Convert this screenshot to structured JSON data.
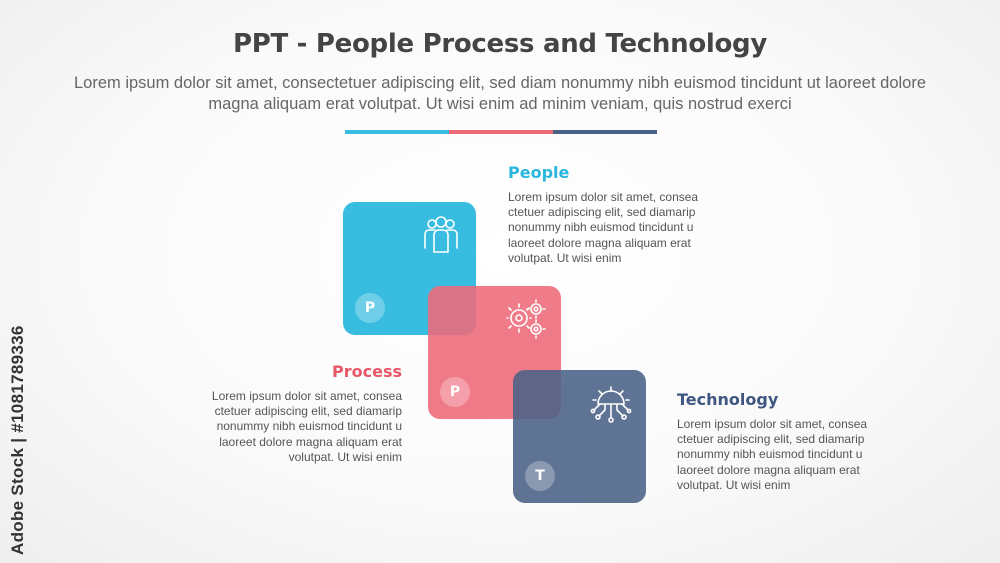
{
  "header": {
    "title": "PPT - People Process and Technology",
    "subtitle": "Lorem ipsum dolor sit amet, consectetuer adipiscing elit, sed diam nonummy nibh euismod tincidunt ut laoreet dolore magna aliquam erat volutpat. Ut wisi enim ad minim veniam, quis nostrud exerci"
  },
  "colors": {
    "people": "#38bde0",
    "process": "#ef6a79",
    "technology": "#4a6286"
  },
  "items": [
    {
      "key": "people",
      "heading": "People",
      "badge": "P",
      "icon": "people-group-icon",
      "body": "Lorem ipsum dolor sit amet, consea\nctetuer adipiscing elit, sed diamarip\nnonummy nibh euismod tincidunt u\nlaoreet dolore magna aliquam erat\nvolutpat. Ut wisi enim"
    },
    {
      "key": "process",
      "heading": "Process",
      "badge": "P",
      "icon": "gears-icon",
      "body": "Lorem ipsum dolor sit amet, consea\nctetuer adipiscing elit, sed diamarip\nnonummy nibh euismod tincidunt u\nlaoreet dolore magna aliquam erat\nvolutpat. Ut wisi enim"
    },
    {
      "key": "technology",
      "heading": "Technology",
      "badge": "T",
      "icon": "circuit-chip-icon",
      "body": "Lorem ipsum dolor sit amet, consea\nctetuer adipiscing elit, sed diamarip\nnonummy nibh euismod tincidunt u\nlaoreet dolore magna aliquam erat\nvolutpat. Ut wisi enim"
    }
  ],
  "watermark": "Adobe Stock | #1081789336"
}
